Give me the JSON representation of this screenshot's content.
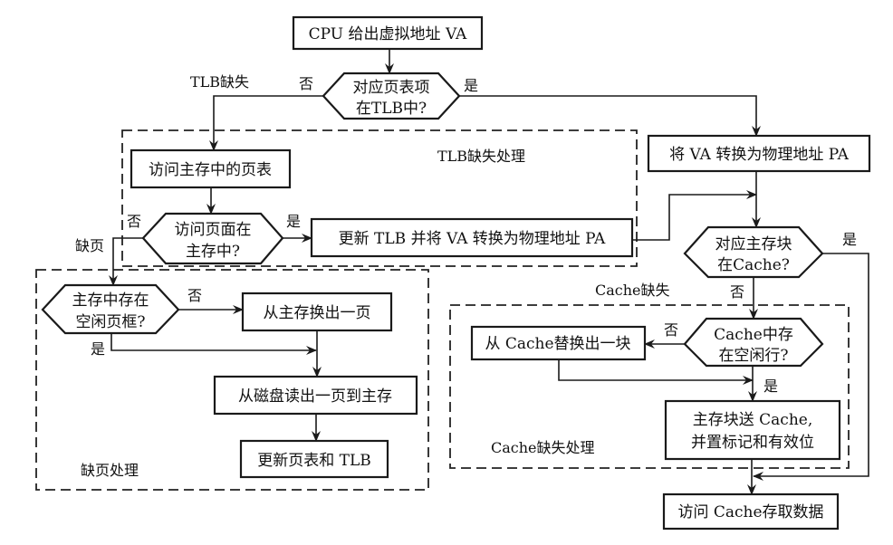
{
  "diagram": {
    "nodes": {
      "cpu_va": "CPU 给出虚拟地址 VA",
      "tlb_check_1": "对应页表项",
      "tlb_check_2": "在TLB中?",
      "access_pt": "访问主存中的页表",
      "page_in_mem_1": "访问页面在",
      "page_in_mem_2": "主存中?",
      "update_tlb": "更新 TLB 并将 VA 转换为物理地址 PA",
      "va_to_pa": "将 VA 转换为物理地址 PA",
      "cache_check_1": "对应主存块",
      "cache_check_2": "在Cache?",
      "free_frame_1": "主存中存在",
      "free_frame_2": "空闲页框?",
      "swap_out": "从主存换出一页",
      "read_disk": "从磁盘读出一页到主存",
      "update_pt_tlb": "更新页表和 TLB",
      "free_line_1": "Cache中存",
      "free_line_2": "在空闲行?",
      "replace_block": "从 Cache替换出一块",
      "send_block_1": "主存块送 Cache,",
      "send_block_2": "并置标记和有效位",
      "access_cache": "访问 Cache存取数据"
    },
    "labels": {
      "tlb_miss": "TLB缺失",
      "no": "否",
      "yes": "是",
      "page_fault": "缺页",
      "cache_miss": "Cache缺失"
    },
    "regions": {
      "tlb_miss_handling": "TLB缺失处理",
      "page_fault_handling": "缺页处理",
      "cache_miss_handling": "Cache缺失处理"
    }
  }
}
